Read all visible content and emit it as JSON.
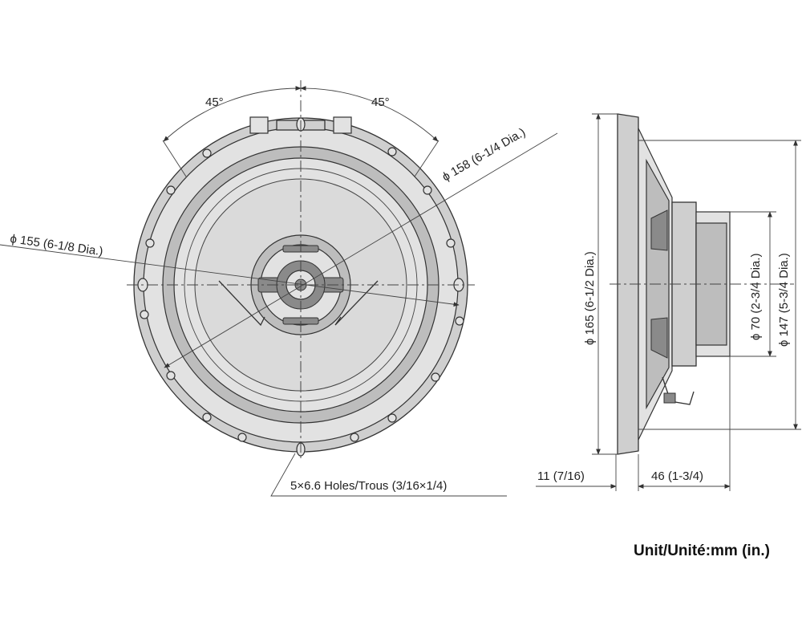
{
  "front_view": {
    "angle_left": "45°",
    "angle_right": "45°",
    "dia_outer": "ϕ 158 (6-1/4 Dia.)",
    "dia_mount": "ϕ 155 (6-1/8 Dia.)",
    "holes": "5×6.6 Holes/Trous (3/16×1/4)"
  },
  "side_view": {
    "dia_frame": "ϕ 165 (6-1/2 Dia.)",
    "dia_magnet": "ϕ 70 (2-3/4 Dia.)",
    "dia_back": "ϕ 147 (5-3/4 Dia.)",
    "depth_front": "11 (7/16)",
    "depth_back": "46 (1-3/4)"
  },
  "unit_label": "Unit/Unité:mm (in.)"
}
